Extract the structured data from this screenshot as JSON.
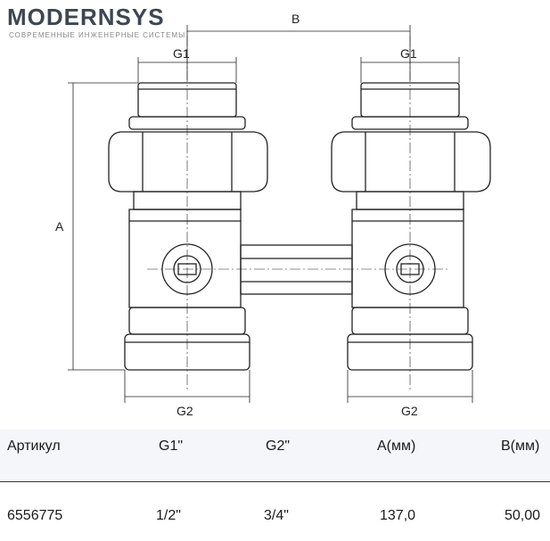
{
  "drawing": {
    "labels": {
      "b": "B",
      "g1_left": "G1",
      "g1_right": "G1",
      "a": "A",
      "g2_left": "G2",
      "g2_right": "G2"
    }
  },
  "table": {
    "headers": [
      "Артикул",
      "G1\"",
      "G2\"",
      "A(мм)",
      "B(мм)"
    ],
    "rows": [
      [
        "6556775",
        "1/2\"",
        "3/4\"",
        "137,0",
        "50,00"
      ]
    ]
  },
  "watermark": {
    "brand": "MODERNSYS",
    "tagline": "СОВРЕМЕННЫЕ ИНЖЕНЕРНЫЕ СИСТЕМЫ"
  }
}
